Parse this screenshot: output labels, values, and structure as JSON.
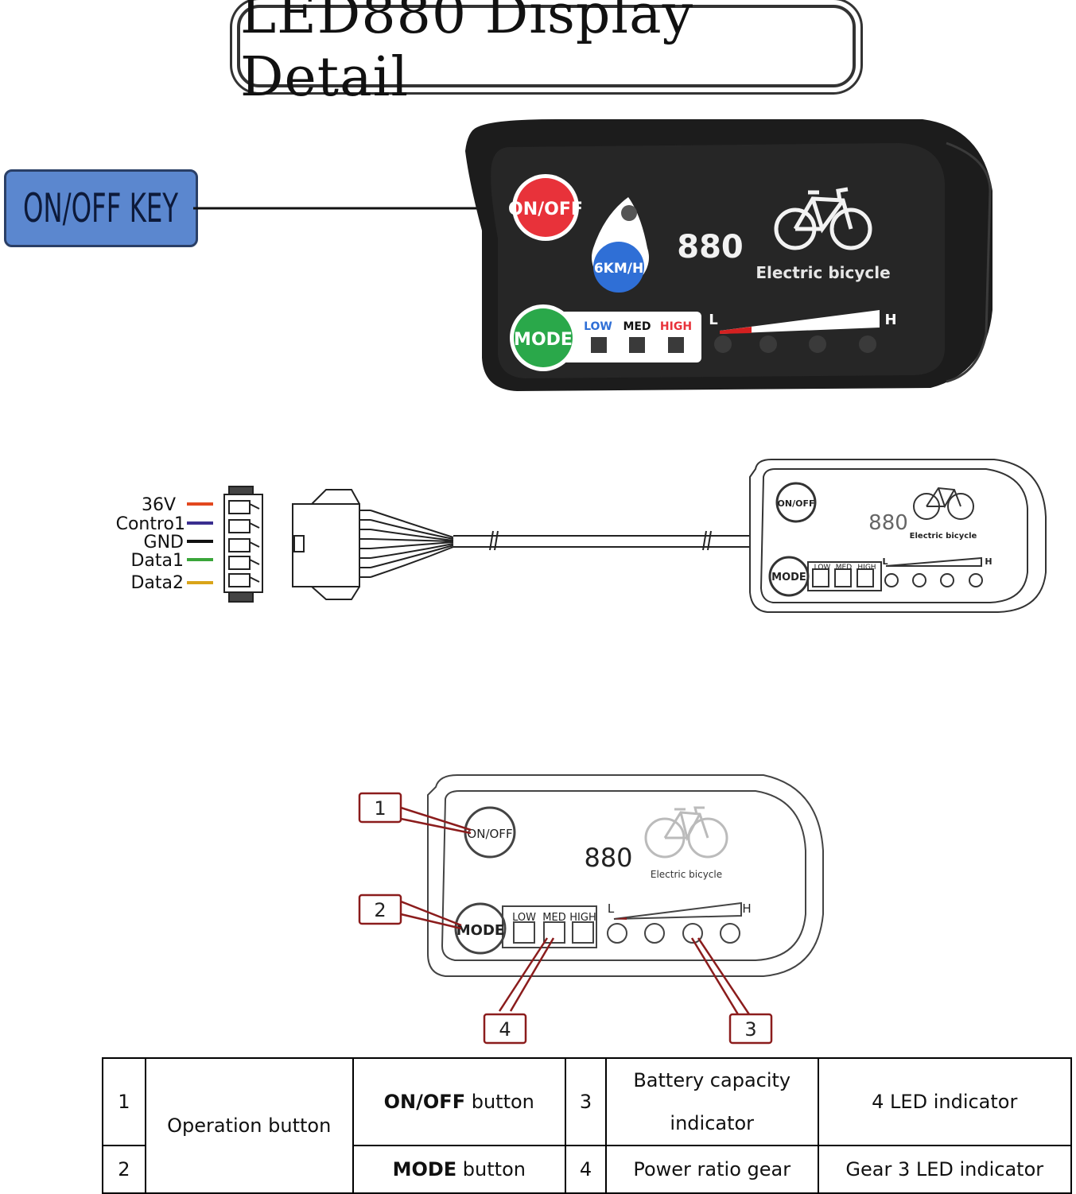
{
  "title": "LED880 Display Detail",
  "callout": {
    "label": "ON/OFF KEY"
  },
  "display": {
    "onoff_label": "ON/OFF",
    "speed_label": "6KM/H",
    "mode_label": "MODE",
    "model_number": "880",
    "brand_text": "Electric bicycle",
    "gear_low": "LOW",
    "gear_med": "MED",
    "gear_high": "HIGH",
    "scale_low": "L",
    "scale_high": "H"
  },
  "connector": {
    "wires": [
      {
        "label": "36V",
        "color": "#e2481f"
      },
      {
        "label": "Contro1",
        "color": "#3a2e8f"
      },
      {
        "label": "GND",
        "color": "#111111"
      },
      {
        "label": "Data1",
        "color": "#3aa63a"
      },
      {
        "label": "Data2",
        "color": "#d9a419"
      }
    ]
  },
  "callouts": [
    "1",
    "2",
    "3",
    "4"
  ],
  "table": {
    "row1": {
      "num_a": "1",
      "group": "Operation button",
      "item_a_bold": "ON/OFF",
      "item_a_rest": " button",
      "num_b": "3",
      "item_b_line1": "Battery capacity",
      "item_b_line2": "indicator",
      "desc_b": "4 LED indicator"
    },
    "row2": {
      "num_a": "2",
      "item_a_bold": "MODE",
      "item_a_rest": " button",
      "num_b": "4",
      "item_b": "Power ratio gear",
      "desc_b": "Gear 3 LED indicator"
    }
  },
  "colors": {
    "onoff_button": "#e8323a",
    "speed_button": "#2f6fd6",
    "mode_button": "#2aa84a",
    "callout_fill": "#5b87cf",
    "callout_border": "#8b1c1c"
  }
}
